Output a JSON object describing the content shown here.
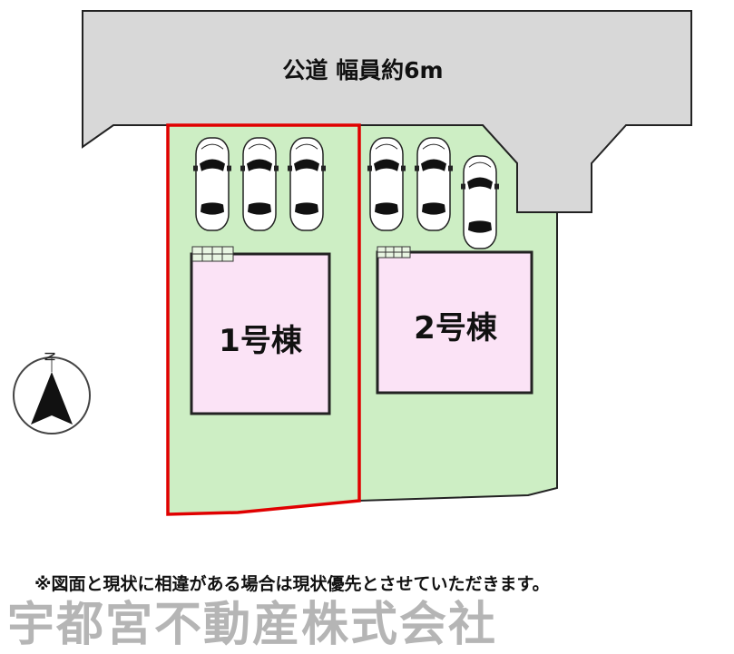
{
  "road": {
    "label": "公道 幅員約6m"
  },
  "lots": [
    {
      "label": "1号棟",
      "parking_spaces": 3
    },
    {
      "label": "2号棟",
      "parking_spaces": 3
    }
  ],
  "compass": {
    "label": "N"
  },
  "note": "※図面と現状に相違がある場合は現状優先とさせていただきます。",
  "watermark": "宇都宮不動産株式会社",
  "colors": {
    "road": "#d8d8d8",
    "lot_fill": "#cdeec4",
    "house_fill": "#fbe3f6",
    "highlight_border": "#e00000",
    "watermark": "#888888"
  }
}
